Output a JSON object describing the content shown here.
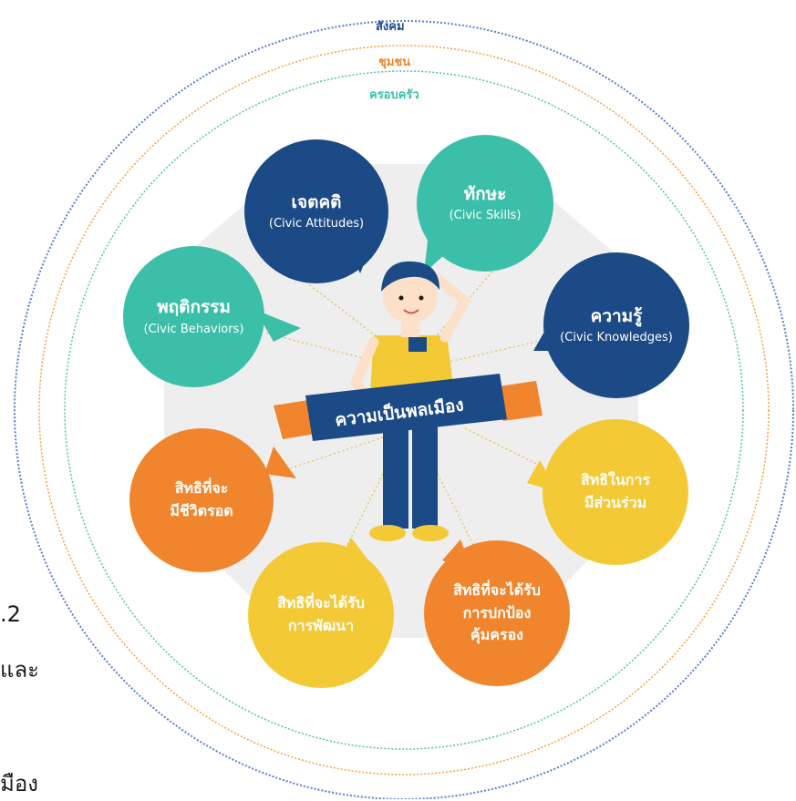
{
  "rings": {
    "outer": "สังคม",
    "middle": "ชุมชน",
    "inner": "ครอบครัว"
  },
  "center_banner": "ความเป็นพลเมือง",
  "bubbles": {
    "attitudes": {
      "title": "เจตคติ",
      "subtitle": "(Civic Attitudes)"
    },
    "skills": {
      "title": "ทักษะ",
      "subtitle": "(Civic Skills)"
    },
    "behaviors": {
      "title": "พฤติกรรม",
      "subtitle": "(Civic Behaviors)"
    },
    "knowledges": {
      "title": "ความรู้",
      "subtitle": "(Civic Knowledges)"
    },
    "right_survival": {
      "line1": "สิทธิที่จะ",
      "line2": "มีชีวิตรอด"
    },
    "right_participation": {
      "line1": "สิทธิในการ",
      "line2": "มีส่วนร่วม"
    },
    "right_development": {
      "line1": "สิทธิที่จะได้รับ",
      "line2": "การพัฒนา"
    },
    "right_protection": {
      "line1": "สิทธิที่จะได้รับ",
      "line2": "การปกป้อง",
      "line3": "คุ้มครอง"
    }
  },
  "side_text": {
    "line1": ".2",
    "line2": "และ",
    "line3": "มือง"
  },
  "colors": {
    "navy": "#1b4a86",
    "teal": "#3bbfa8",
    "orange": "#f0852d",
    "yellow": "#f3c935",
    "outer_ring": "#5b7fc4",
    "middle_ring": "#f0a040",
    "inner_ring": "#4dc3a6",
    "hex_bg": "#eeeeee"
  }
}
